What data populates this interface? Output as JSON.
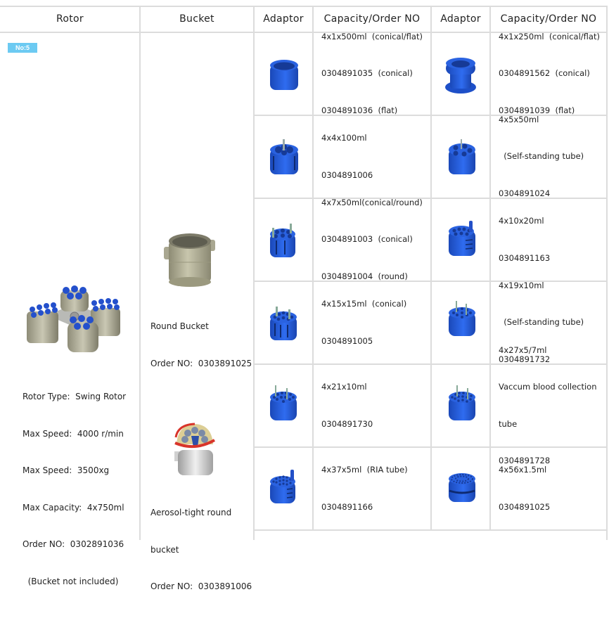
{
  "header": {
    "rotor": "Rotor",
    "bucket": "Bucket",
    "adaptor_1": "Adaptor",
    "capacity_1": "Capacity/Order NO",
    "adaptor_2": "Adaptor",
    "capacity_2": "Capacity/Order NO"
  },
  "rotor": {
    "badge": "No:5",
    "image_icon": "swing-rotor-image",
    "specs": [
      "Rotor Type:  Swing Rotor",
      "Max Speed:  4000 r/min",
      "Max Speed:  3500xg",
      "Max Capacity:  4x750ml",
      "Order NO:  0302891036",
      "  (Bucket not included)"
    ]
  },
  "buckets": [
    {
      "image_icon": "round-bucket-image",
      "lines": [
        "Round Bucket",
        "Order NO:  0303891025"
      ]
    },
    {
      "image_icon": "aerosol-tight-bucket-image",
      "lines": [
        "Aerosol-tight round",
        "bucket",
        "Order NO:  0303891006"
      ]
    }
  ],
  "rows": [
    {
      "left": {
        "image_icon": "adaptor-1x500ml-icon",
        "lines": [
          "4x1x500ml  (conical/flat)",
          "0304891035  (conical)",
          "0304891036  (flat)"
        ]
      },
      "right": {
        "image_icon": "adaptor-1x250ml-icon",
        "lines": [
          "4x1x250ml  (conical/flat)",
          "0304891562  (conical)",
          "0304891039  (flat)"
        ]
      }
    },
    {
      "left": {
        "image_icon": "adaptor-4x100ml-icon",
        "lines": [
          "4x4x100ml",
          "0304891006"
        ]
      },
      "right": {
        "image_icon": "adaptor-5x50ml-icon",
        "lines": [
          "4x5x50ml",
          "  (Self-standing tube)",
          "0304891024"
        ]
      }
    },
    {
      "left": {
        "image_icon": "adaptor-7x50ml-icon",
        "lines": [
          "4x7x50ml(conical/round)",
          "0304891003  (conical)",
          "0304891004  (round)"
        ]
      },
      "right": {
        "image_icon": "adaptor-10x20ml-icon",
        "lines": [
          "4x10x20ml",
          "0304891163"
        ]
      }
    },
    {
      "left": {
        "image_icon": "adaptor-15x15ml-icon",
        "lines": [
          "4x15x15ml  (conical)",
          "0304891005"
        ]
      },
      "right": {
        "image_icon": "adaptor-19x10ml-icon",
        "lines": [
          "4x19x10ml",
          "  (Self-standing tube)",
          "0304891732"
        ]
      }
    },
    {
      "left": {
        "image_icon": "adaptor-21x10ml-icon",
        "lines": [
          "4x21x10ml",
          "0304891730"
        ]
      },
      "right": {
        "image_icon": "adaptor-27x5-7ml-icon",
        "lines": [
          "4x27x5/7ml",
          "Vaccum blood collection",
          "tube",
          "0304891728"
        ]
      }
    },
    {
      "left": {
        "image_icon": "adaptor-37x5ml-icon",
        "lines": [
          "4x37x5ml  (RIA tube)",
          "0304891166"
        ]
      },
      "right": {
        "image_icon": "adaptor-56x1.5ml-icon",
        "lines": [
          "4x56x1.5ml",
          "0304891025"
        ]
      }
    }
  ],
  "colors": {
    "grid": "#dcdcdc",
    "badge": "#6ccaf2",
    "adaptor_blue": "#1f5fd9",
    "bucket_gray": "#a8a68e"
  }
}
